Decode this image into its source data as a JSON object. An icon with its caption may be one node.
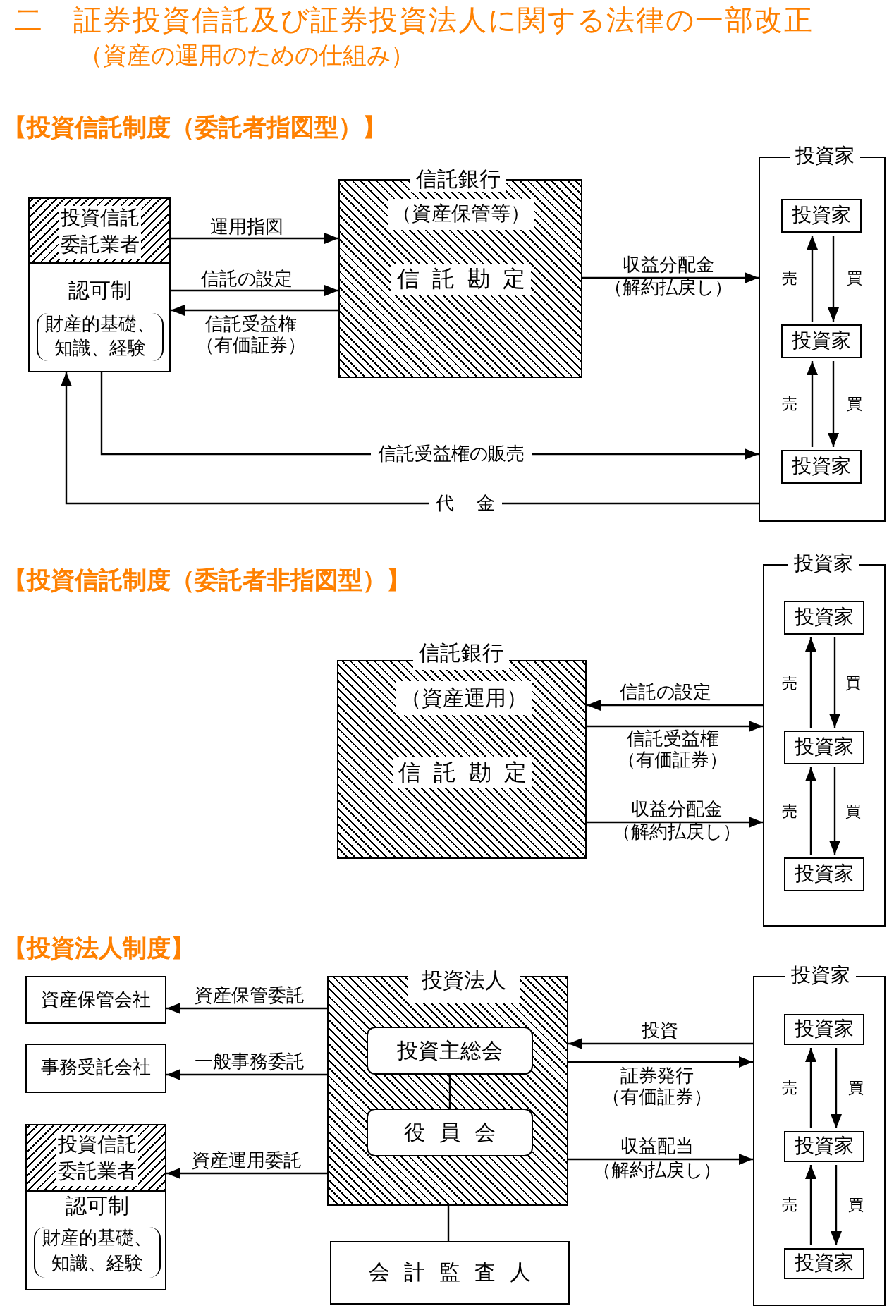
{
  "diagram": {
    "title": "二　証券投資信託及び証券投資法人に関する法律の一部改正",
    "nodes": [
      {
        "text": [
          "投資信託委託業者",
          "認可制",
          "財産的基礎、知識、経験"
        ]
      },
      {
        "text": [
          "信託銀行",
          "（資産保管等）",
          "信託勘定"
        ]
      },
      {
        "text": [
          "投資家"
        ]
      },
      {
        "text": [
          "投資家"
        ],
        "in": 2
      },
      {
        "text": [
          "投資家"
        ],
        "in": 2
      },
      {
        "text": [
          "投資家"
        ],
        "in": 2
      },
      {
        "text": [
          "信託銀行",
          "（資産運用）",
          "信託勘定"
        ]
      },
      {
        "text": [
          "投資家"
        ]
      },
      {
        "text": [
          "投資家"
        ],
        "in": 7
      },
      {
        "text": [
          "投資家"
        ],
        "in": 7
      },
      {
        "text": [
          "投資家"
        ],
        "in": 7
      },
      {
        "text": [
          "資産保管会社"
        ]
      },
      {
        "text": [
          "事務受託会社"
        ]
      },
      {
        "text": [
          "投資信託委託業者",
          "認可制",
          "財産的基礎、知識、経験"
        ]
      },
      {
        "text": [
          "投資法人"
        ]
      },
      {
        "text": [
          "投資主総会"
        ],
        "in": 14
      },
      {
        "text": [
          "役員会"
        ],
        "in": 14
      },
      {
        "text": [
          "会計監査人"
        ]
      },
      {
        "text": [
          "投資家"
        ]
      },
      {
        "text": [
          "投資家"
        ],
        "in": 18
      },
      {
        "text": [
          "投資家"
        ],
        "in": 18
      },
      {
        "text": [
          "投資家"
        ],
        "in": 18
      }
    ],
    "edges": [
      {
        "from": 0,
        "to": 1,
        "arrow": "to",
        "label": "運用指図"
      },
      {
        "from": 0,
        "to": 1,
        "arrow": "to",
        "label": "信託の設定"
      },
      {
        "from": 1,
        "to": 0,
        "arrow": "to",
        "label": "信託受益権（有価証券）"
      },
      {
        "from": 1,
        "to": 2,
        "arrow": "to",
        "label": "収益分配金（解約払戻し）"
      },
      {
        "from": 4,
        "to": 3,
        "arrow": "to",
        "label": "売"
      },
      {
        "from": 3,
        "to": 4,
        "arrow": "to",
        "label": "買"
      },
      {
        "from": 5,
        "to": 4,
        "arrow": "to",
        "label": "売"
      },
      {
        "from": 4,
        "to": 5,
        "arrow": "to",
        "label": "買"
      },
      {
        "from": 0,
        "to": 2,
        "arrow": "to",
        "label": "信託受益権の販売"
      },
      {
        "from": 2,
        "to": 0,
        "arrow": "to",
        "label": "代金"
      },
      {
        "from": 7,
        "to": 6,
        "arrow": "to",
        "label": "信託の設定"
      },
      {
        "from": 6,
        "to": 7,
        "arrow": "to",
        "label": "信託受益権（有価証券）"
      },
      {
        "from": 6,
        "to": 7,
        "arrow": "to",
        "label": "収益分配金（解約払戻し）"
      },
      {
        "from": 9,
        "to": 8,
        "arrow": "to",
        "label": "売"
      },
      {
        "from": 8,
        "to": 9,
        "arrow": "to",
        "label": "買"
      },
      {
        "from": 10,
        "to": 9,
        "arrow": "to",
        "label": "売"
      },
      {
        "from": 9,
        "to": 10,
        "arrow": "to",
        "label": "買"
      },
      {
        "from": 14,
        "to": 11,
        "arrow": "to",
        "label": "資産保管委託"
      },
      {
        "from": 14,
        "to": 12,
        "arrow": "to",
        "label": "一般事務委託"
      },
      {
        "from": 14,
        "to": 13,
        "arrow": "to",
        "label": "資産運用委託"
      },
      {
        "from": 15,
        "to": 16,
        "arrow": "none"
      },
      {
        "from": 14,
        "to": 17,
        "arrow": "none"
      },
      {
        "from": 18,
        "to": 14,
        "arrow": "to",
        "label": "投資"
      },
      {
        "from": 14,
        "to": 18,
        "arrow": "to",
        "label": "証券発行（有価証券）"
      },
      {
        "from": 14,
        "to": 18,
        "arrow": "to",
        "label": "収益配当（解約払戻し）"
      },
      {
        "from": 20,
        "to": 19,
        "arrow": "to",
        "label": "売"
      },
      {
        "from": 19,
        "to": 20,
        "arrow": "to",
        "label": "買"
      },
      {
        "from": 21,
        "to": 20,
        "arrow": "to",
        "label": "売"
      },
      {
        "from": 20,
        "to": 21,
        "arrow": "to",
        "label": "買"
      }
    ],
    "labels": [
      "（資産の運用のための仕組み）",
      "【投資信託制度（委託者指図型）】",
      "【投資信託制度（委託者非指図型）】",
      "【投資法人制度】"
    ]
  }
}
